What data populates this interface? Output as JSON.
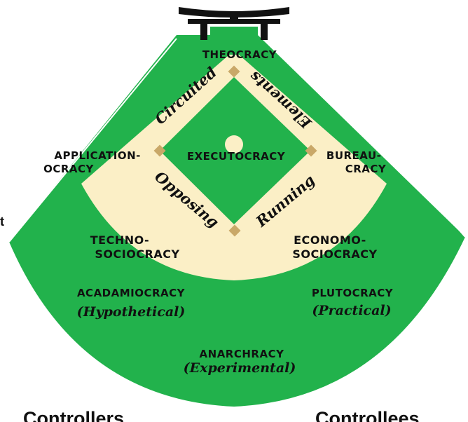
{
  "colors": {
    "field_green": "#22b24c",
    "infield_sand": "#fbefc6",
    "base_tan": "#c9a868",
    "line_white": "#ffffff",
    "text": "#111111"
  },
  "icons": {
    "gate": "torii-gate-icon"
  },
  "bases": {
    "home": "THEOCRACY",
    "first": "BUREAU-|CRACY",
    "third": "APPLICATION-|OCRACY",
    "mound": "EXECUTOCRACY",
    "second": ""
  },
  "baselines": {
    "top_left": "Circuited",
    "top_right": "Elements",
    "bottom_left": "Opposing",
    "bottom_right": "Running"
  },
  "inner_outfield": {
    "left": "TECHNO-|SOCIOCRACY",
    "right": "ECONOMO-|SOCIOCRACY"
  },
  "outfield": {
    "left_title": "ACADAMIOCRACY",
    "left_sub": "(Hypothetical)",
    "right_title": "PLUTOCRACY",
    "right_sub": "(Practical)",
    "center_title": "ANARCHRACY",
    "center_sub": "(Experimental)"
  },
  "edge_labels": {
    "left_cut": "t",
    "bottom_left": "Controllers",
    "bottom_right": "Controllees"
  }
}
